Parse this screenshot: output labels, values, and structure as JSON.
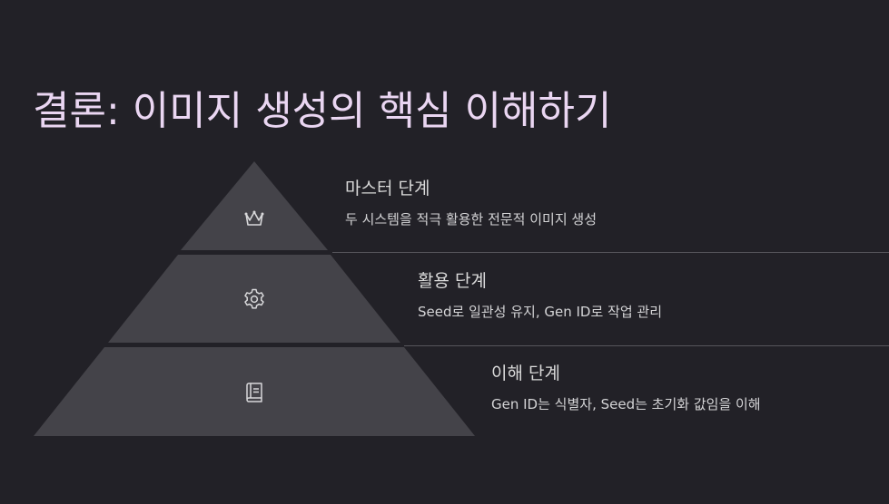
{
  "title": "결론: 이미지 생성의 핵심 이해하기",
  "colors": {
    "background": "#222127",
    "tier_fill": "#444349",
    "title": "#ead6f2",
    "text": "#dadada",
    "separator": "#56555b",
    "icon_stroke": "#d8d8da"
  },
  "pyramid": {
    "tiers": [
      {
        "level": "top",
        "icon": "crown-icon",
        "title": "마스터 단계",
        "description": "두 시스템을 적극 활용한 전문적 이미지 생성"
      },
      {
        "level": "middle",
        "icon": "gear-icon",
        "title": "활용 단계",
        "description": "Seed로 일관성 유지, Gen ID로 작업 관리"
      },
      {
        "level": "bottom",
        "icon": "book-icon",
        "title": "이해 단계",
        "description": "Gen ID는 식별자, Seed는 초기화 값임을 이해"
      }
    ]
  }
}
